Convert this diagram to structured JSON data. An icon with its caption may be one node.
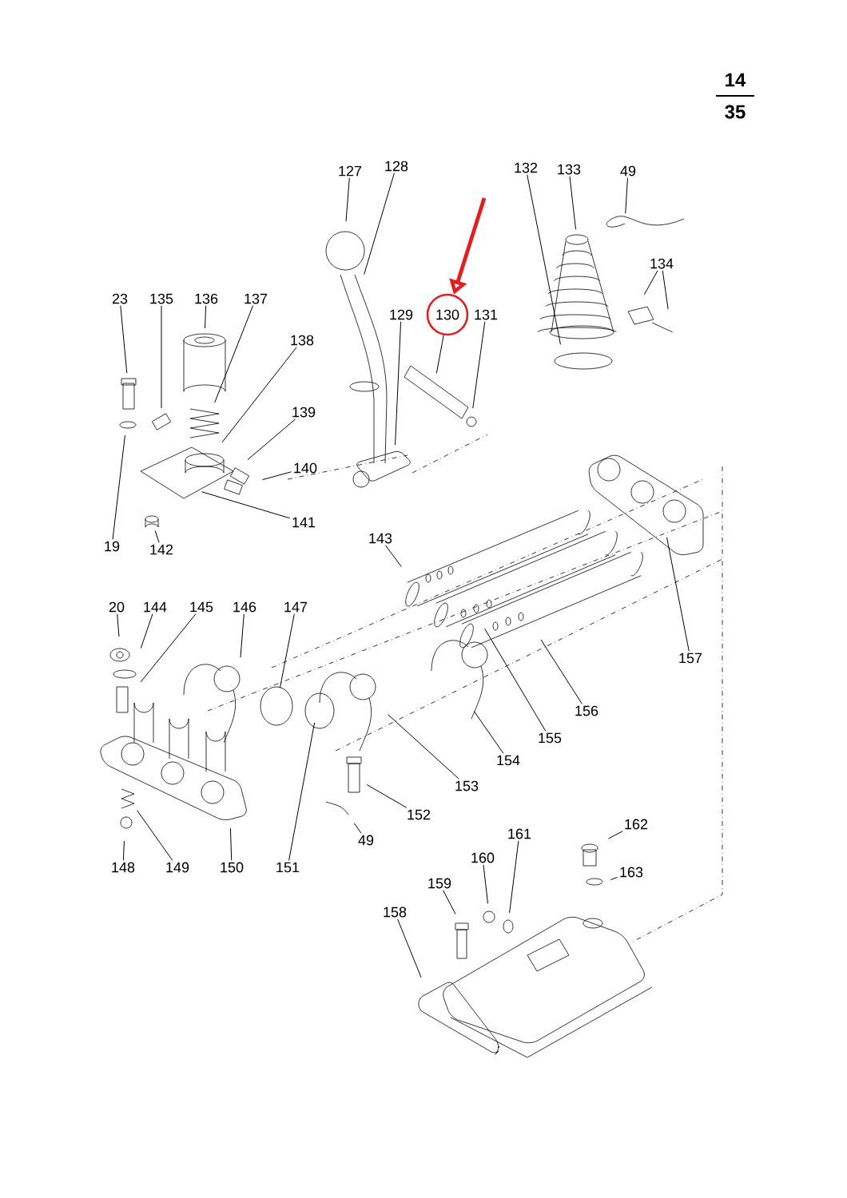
{
  "diagram": {
    "nodes": [
      {
        "text": [
          "127"
        ]
      },
      {
        "text": [
          "128"
        ]
      },
      {
        "text": [
          "132"
        ]
      },
      {
        "text": [
          "133"
        ]
      },
      {
        "text": [
          "49"
        ]
      },
      {
        "text": [
          "134"
        ]
      },
      {
        "text": [
          "23"
        ]
      },
      {
        "text": [
          "135"
        ]
      },
      {
        "text": [
          "136"
        ]
      },
      {
        "text": [
          "137"
        ]
      },
      {
        "text": [
          "129"
        ]
      },
      {
        "text": [
          "130"
        ]
      },
      {
        "text": [
          "131"
        ]
      },
      {
        "text": [
          "138"
        ]
      },
      {
        "text": [
          "139"
        ]
      },
      {
        "text": [
          "140"
        ]
      },
      {
        "text": [
          "141"
        ]
      },
      {
        "text": [
          "19"
        ]
      },
      {
        "text": [
          "142"
        ]
      },
      {
        "text": [
          "143"
        ]
      },
      {
        "text": [
          "157"
        ]
      },
      {
        "text": [
          "20"
        ]
      },
      {
        "text": [
          "144"
        ]
      },
      {
        "text": [
          "145"
        ]
      },
      {
        "text": [
          "146"
        ]
      },
      {
        "text": [
          "147"
        ]
      },
      {
        "text": [
          "155"
        ]
      },
      {
        "text": [
          "156"
        ]
      },
      {
        "text": [
          "154"
        ]
      },
      {
        "text": [
          "153"
        ]
      },
      {
        "text": [
          "152"
        ]
      },
      {
        "text": [
          "49"
        ]
      },
      {
        "text": [
          "148"
        ]
      },
      {
        "text": [
          "149"
        ]
      },
      {
        "text": [
          "150"
        ]
      },
      {
        "text": [
          "151"
        ]
      },
      {
        "text": [
          "162"
        ]
      },
      {
        "text": [
          "161"
        ]
      },
      {
        "text": [
          "160"
        ]
      },
      {
        "text": [
          "163"
        ]
      },
      {
        "text": [
          "159"
        ]
      },
      {
        "text": [
          "158"
        ]
      }
    ],
    "edges": [
      {
        "from": 0,
        "to": null,
        "arrow": "none"
      },
      {
        "from": 1,
        "to": null,
        "arrow": "none"
      },
      {
        "from": 2,
        "to": null,
        "arrow": "none"
      },
      {
        "from": 3,
        "to": null,
        "arrow": "none"
      },
      {
        "from": 4,
        "to": null,
        "arrow": "none"
      },
      {
        "from": 5,
        "to": null,
        "arrow": "none"
      },
      {
        "from": 5,
        "to": null,
        "arrow": "none"
      },
      {
        "from": 6,
        "to": null,
        "arrow": "none"
      },
      {
        "from": 7,
        "to": null,
        "arrow": "none"
      },
      {
        "from": 8,
        "to": null,
        "arrow": "none"
      },
      {
        "from": 9,
        "to": null,
        "arrow": "none"
      },
      {
        "from": 10,
        "to": null,
        "arrow": "none"
      },
      {
        "from": 11,
        "to": null,
        "arrow": "none"
      },
      {
        "from": 12,
        "to": null,
        "arrow": "none"
      },
      {
        "from": 13,
        "to": null,
        "arrow": "none"
      },
      {
        "from": 14,
        "to": null,
        "arrow": "none"
      },
      {
        "from": 15,
        "to": null,
        "arrow": "none"
      },
      {
        "from": 16,
        "to": null,
        "arrow": "none"
      },
      {
        "from": 17,
        "to": null,
        "arrow": "none"
      },
      {
        "from": 18,
        "to": null,
        "arrow": "none"
      },
      {
        "from": 19,
        "to": null,
        "arrow": "none"
      },
      {
        "from": 20,
        "to": null,
        "arrow": "none"
      },
      {
        "from": 21,
        "to": null,
        "arrow": "none"
      },
      {
        "from": 22,
        "to": null,
        "arrow": "none"
      },
      {
        "from": 23,
        "to": null,
        "arrow": "none"
      },
      {
        "from": 24,
        "to": null,
        "arrow": "none"
      },
      {
        "from": 25,
        "to": null,
        "arrow": "none"
      },
      {
        "from": 26,
        "to": null,
        "arrow": "none"
      },
      {
        "from": 27,
        "to": null,
        "arrow": "none"
      },
      {
        "from": 28,
        "to": null,
        "arrow": "none"
      },
      {
        "from": 29,
        "to": null,
        "arrow": "none"
      },
      {
        "from": 30,
        "to": null,
        "arrow": "none"
      },
      {
        "from": 31,
        "to": null,
        "arrow": "none"
      },
      {
        "from": 32,
        "to": null,
        "arrow": "none"
      },
      {
        "from": 33,
        "to": null,
        "arrow": "none"
      },
      {
        "from": 34,
        "to": null,
        "arrow": "none"
      },
      {
        "from": 35,
        "to": null,
        "arrow": "none"
      },
      {
        "from": 36,
        "to": null,
        "arrow": "none"
      },
      {
        "from": 37,
        "to": null,
        "arrow": "none"
      },
      {
        "from": 38,
        "to": null,
        "arrow": "none"
      },
      {
        "from": 39,
        "to": null,
        "arrow": "none"
      },
      {
        "from": 40,
        "to": null,
        "arrow": "none"
      },
      {
        "from": 41,
        "to": null,
        "arrow": "none"
      },
      {
        "from": null,
        "to": 11,
        "arrow": "to",
        "style": "thick",
        "color": "#e02020"
      }
    ],
    "labels": [
      "14",
      "35"
    ]
  }
}
